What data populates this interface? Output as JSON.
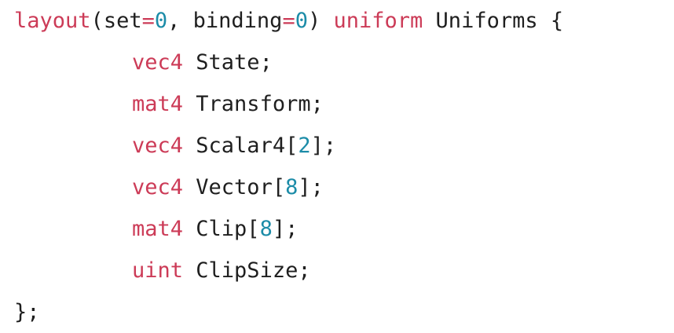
{
  "colors": {
    "keyword": "#cc3b57",
    "number": "#1c8ca8",
    "text": "#1f1f1f",
    "background": "#ffffff"
  },
  "code": {
    "header": {
      "kw_layout": "layout",
      "open_paren": "(",
      "set_label": "set",
      "eq1": "=",
      "set_value": "0",
      "comma": ", ",
      "binding_label": "binding",
      "eq2": "=",
      "binding_value": "0",
      "close_paren": ")",
      "space1": " ",
      "kw_uniform": "uniform",
      "block_name": " Uniforms {"
    },
    "members": [
      {
        "type": "vec4",
        "rest": " State;"
      },
      {
        "type": "mat4",
        "rest": " Transform;"
      },
      {
        "type": "vec4",
        "rest": " Scalar4[",
        "size": "2",
        "tail": "];"
      },
      {
        "type": "vec4",
        "rest": " Vector[",
        "size": "8",
        "tail": "];"
      },
      {
        "type": "mat4",
        "rest": " Clip[",
        "size": "8",
        "tail": "];"
      },
      {
        "type": "uint",
        "rest": " ClipSize;"
      }
    ],
    "closing": "};"
  }
}
